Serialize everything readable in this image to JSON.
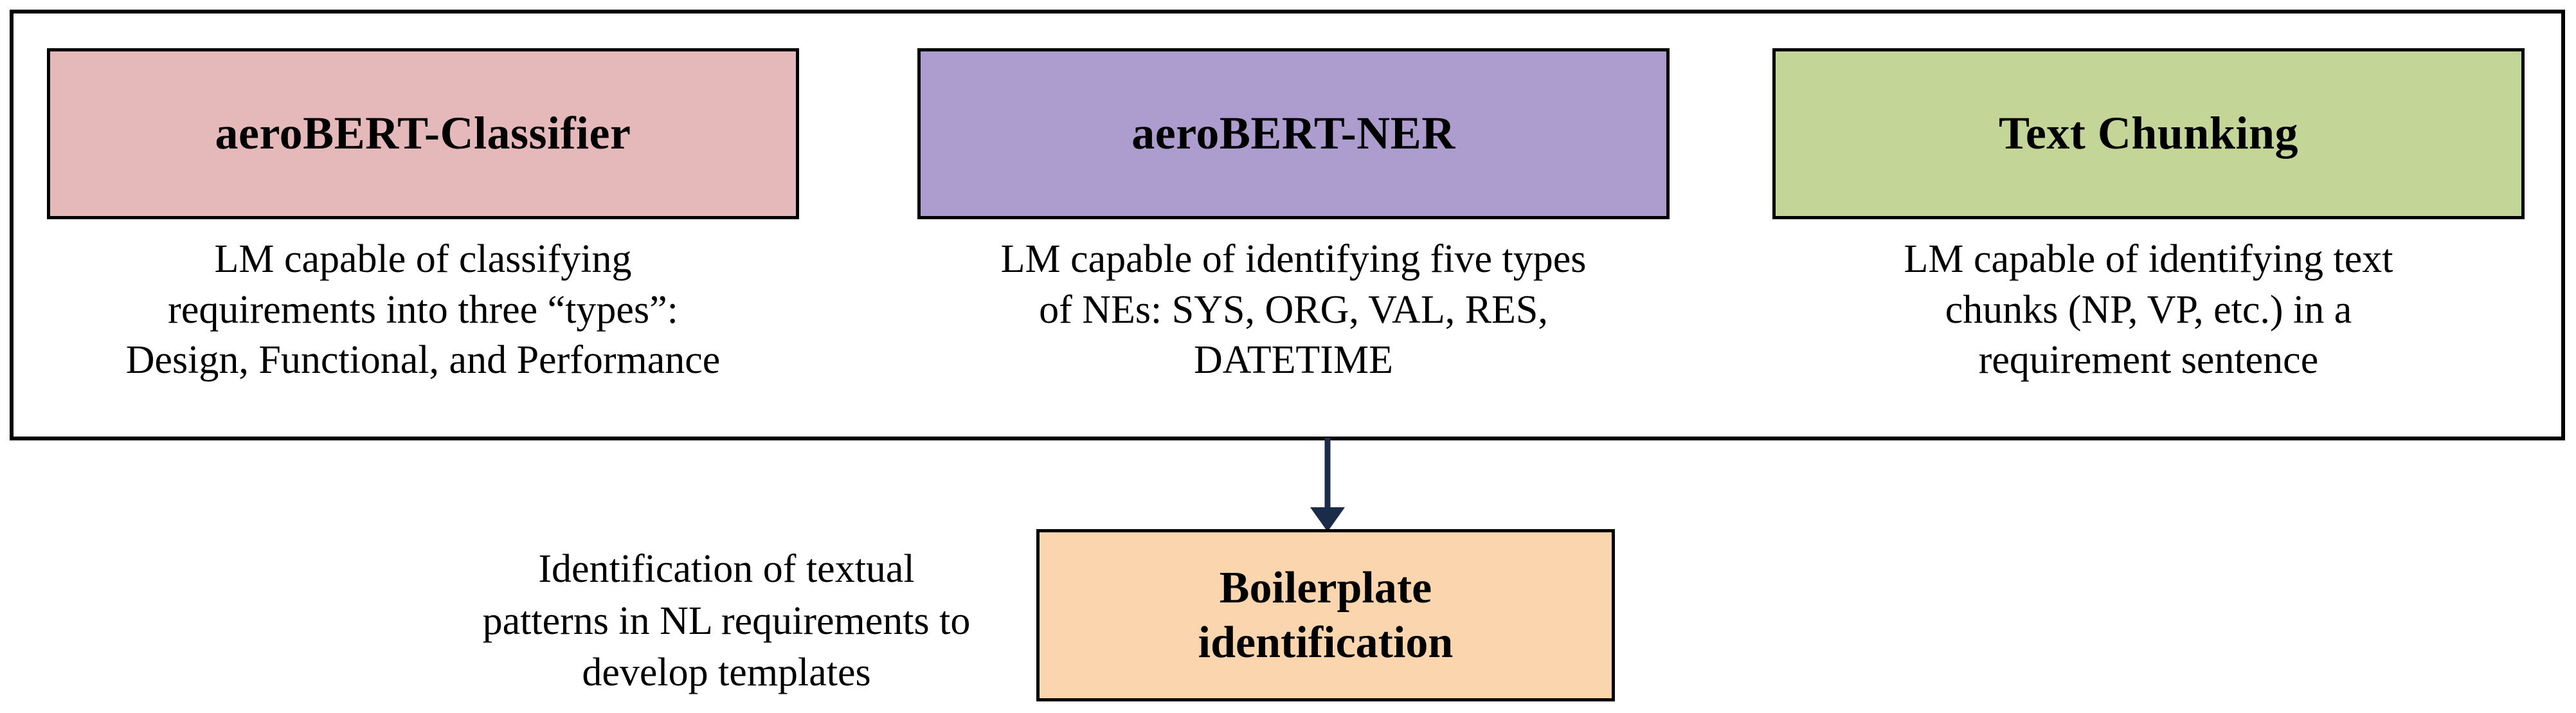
{
  "diagram": {
    "group_frame": {
      "label": "language-model-capabilities-group"
    },
    "model_boxes": [
      {
        "id": "classifier",
        "title": "aeroBERT-Classifier",
        "fill": "#e5b9b9",
        "caption": "LM capable of classifying\nrequirements into three “types”:\nDesign, Functional, and Performance"
      },
      {
        "id": "ner",
        "title": "aeroBERT-NER",
        "fill": "#ad9dce",
        "caption": "LM capable of identifying five types\nof NEs: SYS, ORG, VAL, RES,\nDATETIME"
      },
      {
        "id": "chunking",
        "title": "Text Chunking",
        "fill": "#c3d597",
        "caption": "LM capable of identifying text\nchunks (NP, VP, etc.) in a\nrequirement sentence"
      }
    ],
    "connector": {
      "name": "down-arrow-icon",
      "color": "#1a2c47",
      "direction": "down"
    },
    "outcome_box": {
      "id": "boilerplate",
      "title": "Boilerplate\nidentification",
      "fill": "#fbd5ae"
    },
    "annotation": {
      "text": "Identification of textual\npatterns in NL requirements to\ndevelop templates"
    },
    "colors": {
      "border": "#000000",
      "background": "#ffffff",
      "arrow": "#1a2c47"
    }
  }
}
